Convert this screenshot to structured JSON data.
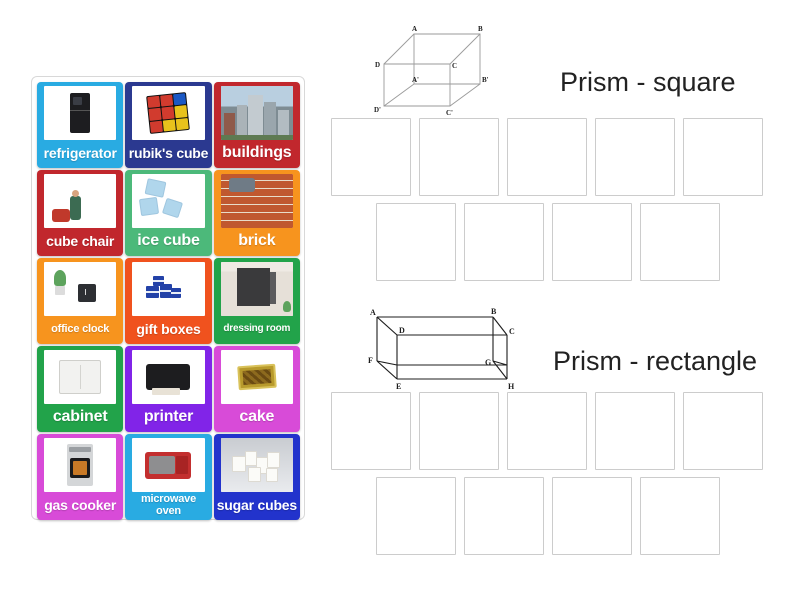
{
  "activity": {
    "type": "group-sort",
    "cards": [
      {
        "label": "refrigerator",
        "color": "#29ABE2",
        "text_size": "fs-md",
        "thumb": "refrigerator-thumb"
      },
      {
        "label": "rubik's cube",
        "color": "#2B3990",
        "text_size": "fs-md",
        "thumb": "rubiks-cube-thumb"
      },
      {
        "label": "buildings",
        "color": "#C1272D",
        "text_size": "fs-lg",
        "thumb": "buildings-thumb"
      },
      {
        "label": "cube chair",
        "color": "#C1272D",
        "text_size": "fs-md",
        "thumb": "cube-chair-thumb"
      },
      {
        "label": "ice cube",
        "color": "#4CB97A",
        "text_size": "fs-lg",
        "thumb": "ice-cube-thumb"
      },
      {
        "label": "brick",
        "color": "#F7941E",
        "text_size": "fs-lg",
        "thumb": "brick-thumb"
      },
      {
        "label": "office clock",
        "color": "#F7941E",
        "text_size": "fs-sm",
        "thumb": "office-clock-thumb"
      },
      {
        "label": "gift boxes",
        "color": "#F0521E",
        "text_size": "fs-md",
        "thumb": "gift-boxes-thumb"
      },
      {
        "label": "dressing room",
        "color": "#22A34A",
        "text_size": "fs-xs",
        "thumb": "dressing-room-thumb"
      },
      {
        "label": "cabinet",
        "color": "#22A34A",
        "text_size": "fs-lg",
        "thumb": "cabinet-thumb"
      },
      {
        "label": "printer",
        "color": "#8124E8",
        "text_size": "fs-lg",
        "thumb": "printer-thumb"
      },
      {
        "label": "cake",
        "color": "#D84BD8",
        "text_size": "fs-lg",
        "thumb": "cake-thumb"
      },
      {
        "label": "gas cooker",
        "color": "#D84BD8",
        "text_size": "fs-md",
        "thumb": "gas-cooker-thumb"
      },
      {
        "label": "microwave oven",
        "color": "#29ABE2",
        "text_size": "fs-sm",
        "thumb": "microwave-oven-thumb"
      },
      {
        "label": "sugar cubes",
        "color": "#2233CC",
        "text_size": "fs-md",
        "thumb": "sugar-cubes-thumb"
      }
    ],
    "groups": [
      {
        "title": "Prism - square",
        "diagram": "cube-diagram",
        "diagram_vertices": [
          "A",
          "B",
          "C",
          "D",
          "A'",
          "B'",
          "C'",
          "D'"
        ],
        "drop_zones_row1": 5,
        "drop_zones_row2": 4
      },
      {
        "title": "Prism - rectangle",
        "diagram": "rectangular-prism-diagram",
        "diagram_vertices": [
          "A",
          "B",
          "C",
          "D",
          "E",
          "F",
          "G",
          "H"
        ],
        "drop_zones_row1": 5,
        "drop_zones_row2": 4
      }
    ]
  },
  "colors": {
    "page_background": "#FFFFFF",
    "panel_border": "#D8D8D8",
    "drop_zone_border": "#CCCCCC",
    "title_text": "#222222",
    "card_text": "#FFFFFF"
  }
}
